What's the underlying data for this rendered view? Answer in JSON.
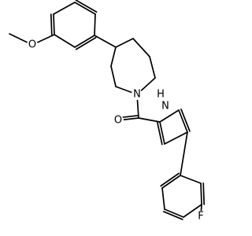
{
  "atoms": {
    "O_methoxy": {
      "symbol": "O",
      "color": "#000000"
    },
    "N_azepane": {
      "symbol": "N",
      "color": "#000000"
    },
    "O_carbonyl": {
      "symbol": "O",
      "color": "#000000"
    },
    "N_pyrrole": {
      "symbol": "H",
      "color": "#000000"
    },
    "N_pyrrole_main": {
      "symbol": "N",
      "color": "#000000"
    },
    "F_fluoro": {
      "symbol": "F",
      "color": "#000000"
    }
  },
  "colors": {
    "bond": "#000000",
    "background": "#ffffff"
  }
}
